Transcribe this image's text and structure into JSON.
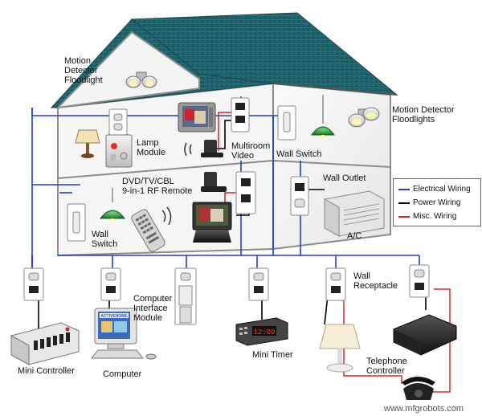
{
  "labels": {
    "motion_detector_floodlight_left": "Motion\nDetector\nFloodlight",
    "motion_detector_floodlights_right": "Motion Detector\nFloodlights",
    "lamp_module": "Lamp\nModule",
    "multiroom_video": "Multiroom\nVideo",
    "wall_switch_upper": "Wall Switch",
    "dvd_remote": "DVD/TV/CBL\n9-in-1 RF Remote",
    "wall_switch_lower": "Wall\nSwitch",
    "wall_outlet": "Wall Outlet",
    "ac": "A/C",
    "computer_interface_module": "Computer\nInterface\nModule",
    "wall_receptacle": "Wall\nReceptacle",
    "mini_controller": "Mini Controller",
    "computer": "Computer",
    "mini_timer": "Mini Timer",
    "telephone_controller": "Telephone\nController"
  },
  "legend": {
    "items": [
      {
        "label": "Electrical Wiring",
        "color": "#1a3fd6"
      },
      {
        "label": "Power Wiring",
        "color": "#000000"
      },
      {
        "label": "Misc. Wiring",
        "color": "#e0231c"
      }
    ]
  },
  "screens": {
    "computer_screen_text": "ACTIVEHOME"
  },
  "devices": {
    "timer_display": "12:00"
  },
  "watermark": "www.mfgrobots.com",
  "colors": {
    "roof": "#1d5d66",
    "house_wall": "#f2f2f2",
    "house_outline": "#8c8c8c",
    "electrical": "#1a3fd6",
    "power": "#000000",
    "misc": "#e0231c",
    "lamp_shade": "#2a9a3a"
  }
}
